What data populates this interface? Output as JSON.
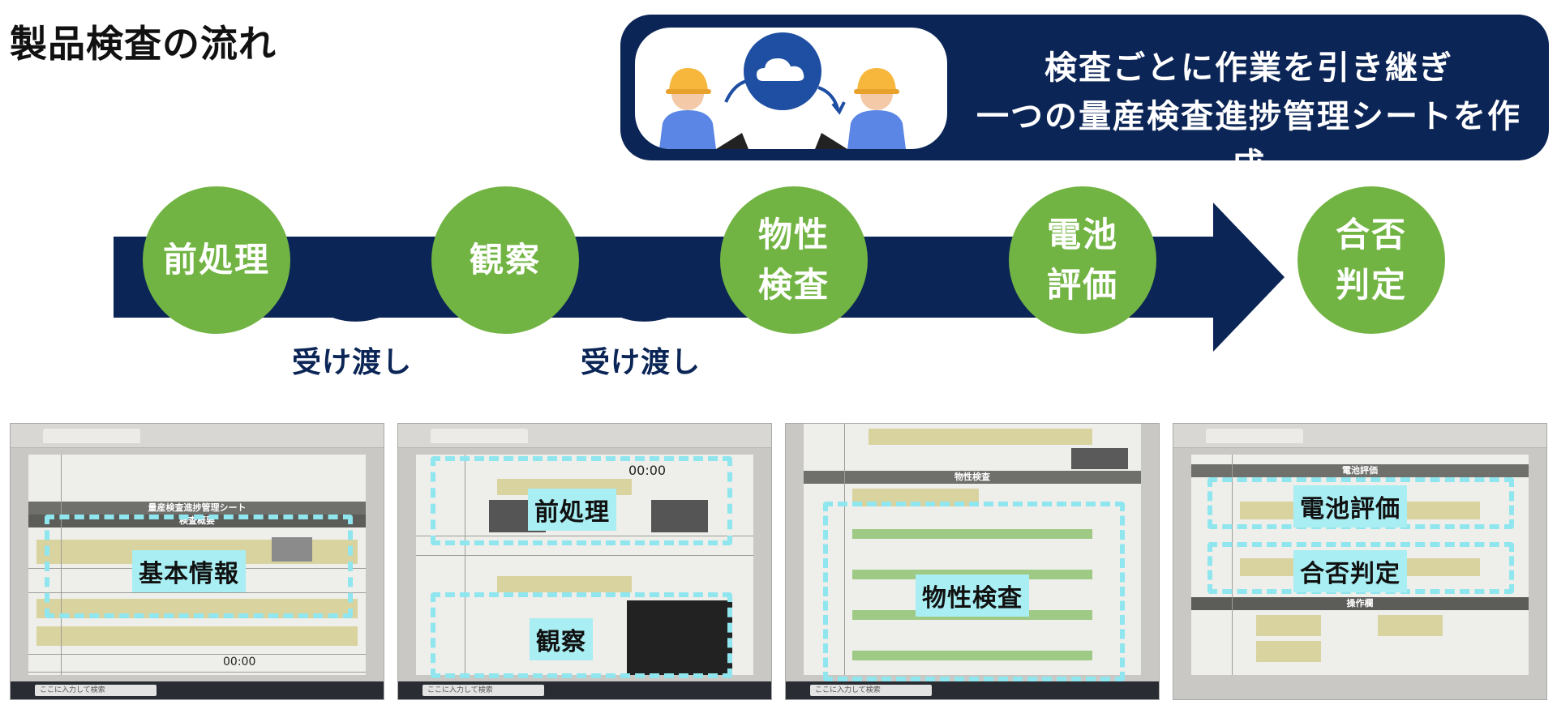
{
  "page": {
    "title": "製品検査の流れ"
  },
  "banner": {
    "line1": "検査ごとに作業を引き継ぎ",
    "line2": "一つの量産検査進捗管理シートを作成"
  },
  "flow": {
    "steps": [
      {
        "line1": "前処理",
        "line2": ""
      },
      {
        "line1": "観察",
        "line2": ""
      },
      {
        "line1": "物性",
        "line2": "検査"
      },
      {
        "line1": "電池",
        "line2": "評価"
      },
      {
        "line1": "合否",
        "line2": "判定"
      }
    ],
    "handoffs": [
      "受け渡し",
      "受け渡し"
    ]
  },
  "screenshots": [
    {
      "sheet_title": "量産検査進捗管理シート",
      "section": "検査概要",
      "timer": "00:00",
      "tags": [
        "基本情報"
      ]
    },
    {
      "timer": "00:00",
      "tags": [
        "前処理",
        "観察"
      ]
    },
    {
      "section": "物性検査",
      "tags": [
        "物性検査"
      ]
    },
    {
      "section": "電池評価",
      "subsection": "操作欄",
      "tags": [
        "電池評価",
        "合否判定"
      ]
    }
  ],
  "taskbar": {
    "search_placeholder": "ここに入力して検索"
  },
  "colors": {
    "navy": "#0b2556",
    "green": "#72b443",
    "highlight": "#8fe6ee"
  }
}
